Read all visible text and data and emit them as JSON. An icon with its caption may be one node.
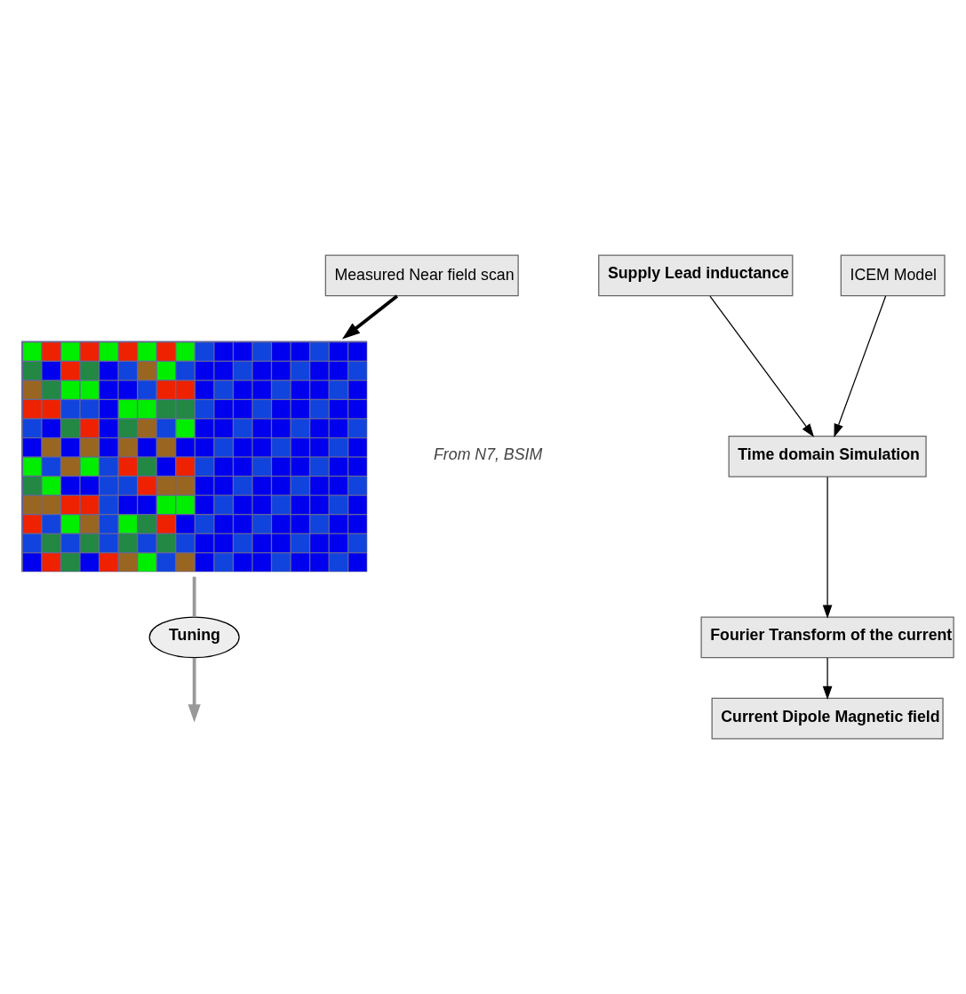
{
  "diagram": {
    "nodes": [
      {
        "text": [
          "Measured Near field scan"
        ]
      },
      {
        "text": [
          "Supply Lead inductance"
        ]
      },
      {
        "text": [
          "ICEM Model"
        ]
      },
      {
        "text": [
          "Time domain Simulation"
        ]
      },
      {
        "text": [
          "Fourier Transform of the current"
        ]
      },
      {
        "text": [
          "Current Dipole Magnetic field"
        ]
      },
      {
        "text": [
          "Tuning"
        ]
      },
      {
        "text": [],
        "shape": "picture"
      }
    ],
    "edges": [
      {
        "from": 0,
        "to": 7,
        "arrow": "to",
        "style": "thick"
      },
      {
        "from": 1,
        "to": 3,
        "arrow": "to"
      },
      {
        "from": 2,
        "to": 3,
        "arrow": "to"
      },
      {
        "from": 3,
        "to": 4,
        "arrow": "to"
      },
      {
        "from": 4,
        "to": 5,
        "arrow": "to"
      },
      {
        "from": 7,
        "to": 6,
        "arrow": "none",
        "style": "thick",
        "color": "#999999"
      },
      {
        "from": 6,
        "to": null,
        "arrow": "to",
        "style": "thick",
        "color": "#999999"
      }
    ],
    "labels": [
      "From N7, BSIM"
    ]
  }
}
